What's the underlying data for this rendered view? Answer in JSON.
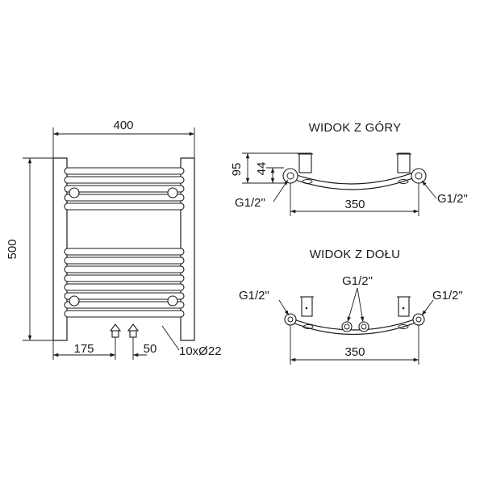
{
  "front_view": {
    "width_label": "400",
    "height_label": "500",
    "left_offset_label": "175",
    "connection_spacing_label": "50",
    "tube_spec_label": "10xØ22"
  },
  "top_view": {
    "title": "WIDOK Z GÓRY",
    "depth_label": "95",
    "inner_depth_label": "44",
    "axis_label": "350",
    "left_thread_label": "G1/2\"",
    "right_thread_label": "G1/2\""
  },
  "bottom_view": {
    "title": "WIDOK Z DOŁU",
    "left_thread_label": "G1/2\"",
    "center_thread_label": "G1/2\"",
    "right_thread_label": "G1/2\"",
    "axis_label": "350"
  }
}
